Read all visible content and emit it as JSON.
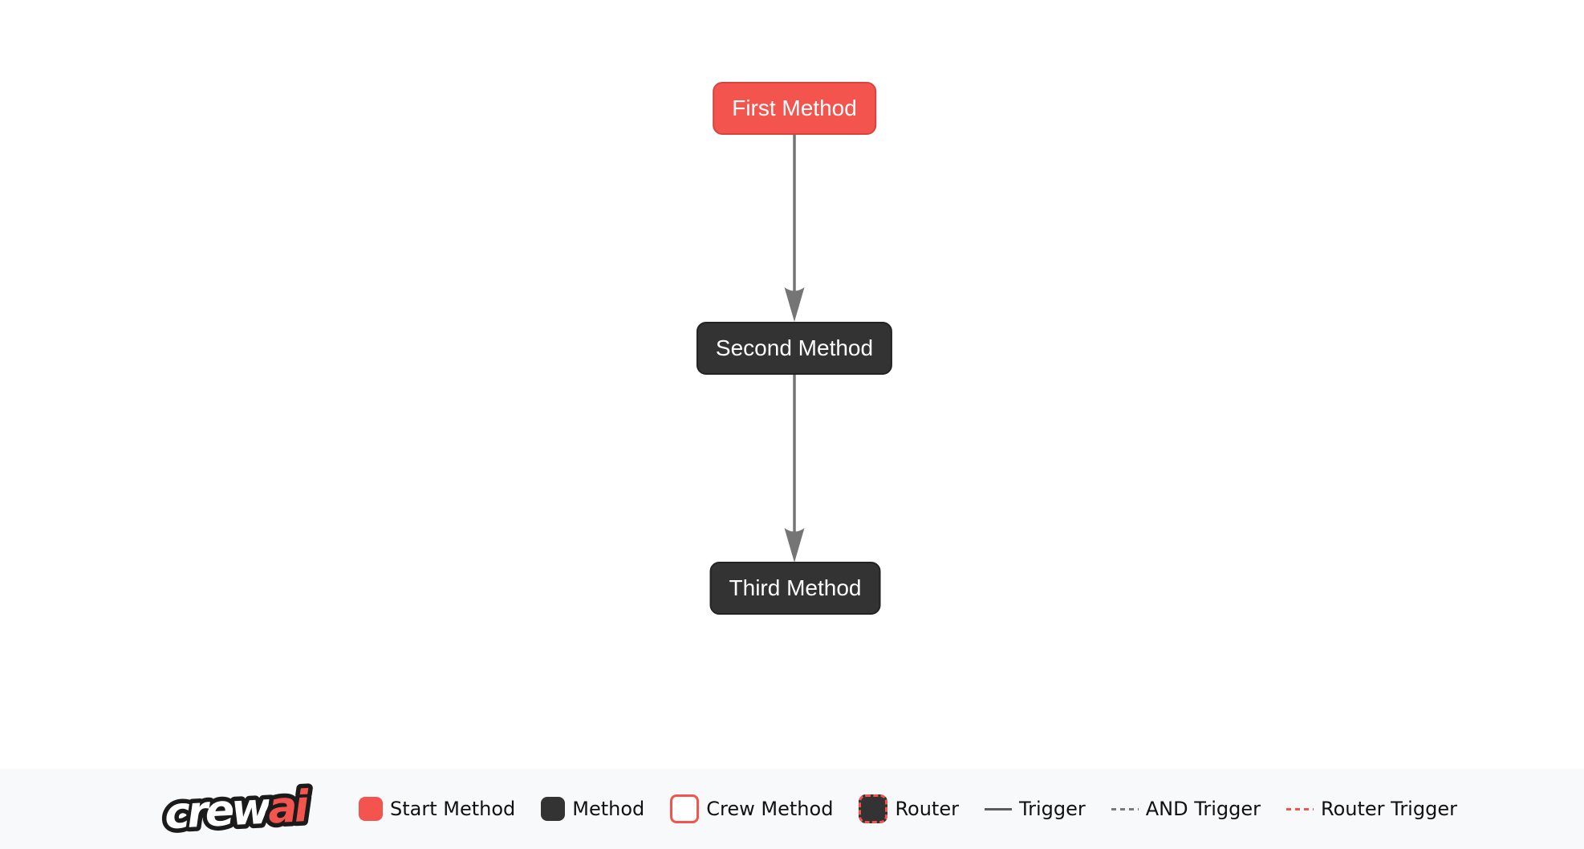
{
  "diagram": {
    "nodes": [
      {
        "id": "first_method",
        "label": "First Method",
        "type": "start-method"
      },
      {
        "id": "second_method",
        "label": "Second Method",
        "type": "method"
      },
      {
        "id": "third_method",
        "label": "Third Method",
        "type": "method"
      }
    ],
    "edges": [
      {
        "from": "first_method",
        "to": "second_method",
        "type": "trigger"
      },
      {
        "from": "second_method",
        "to": "third_method",
        "type": "trigger"
      }
    ]
  },
  "legend": {
    "brand": {
      "part1": "crew",
      "part2": "ai"
    },
    "items": [
      {
        "label": "Start Method",
        "swatch": "start-method-box"
      },
      {
        "label": "Method",
        "swatch": "method-box"
      },
      {
        "label": "Crew Method",
        "swatch": "crew-method-box"
      },
      {
        "label": "Router",
        "swatch": "router-box"
      },
      {
        "label": "Trigger",
        "swatch": "trigger-line"
      },
      {
        "label": "AND Trigger",
        "swatch": "and-trigger-line"
      },
      {
        "label": "Router Trigger",
        "swatch": "router-trigger-line"
      }
    ]
  },
  "colors": {
    "start_method": "#f3554e",
    "start_method_border": "#d8443d",
    "method": "#333333",
    "method_border": "#232323",
    "edge": "#757575",
    "trigger_line": "#5c5c5c",
    "and_trigger_line": "#7a7a7a",
    "router_trigger_line": "#f3554e",
    "footer_background": "#f8f9fb",
    "canvas_background": "#ffffff",
    "legend_text": "#111111",
    "node_text": "#ffffff"
  }
}
